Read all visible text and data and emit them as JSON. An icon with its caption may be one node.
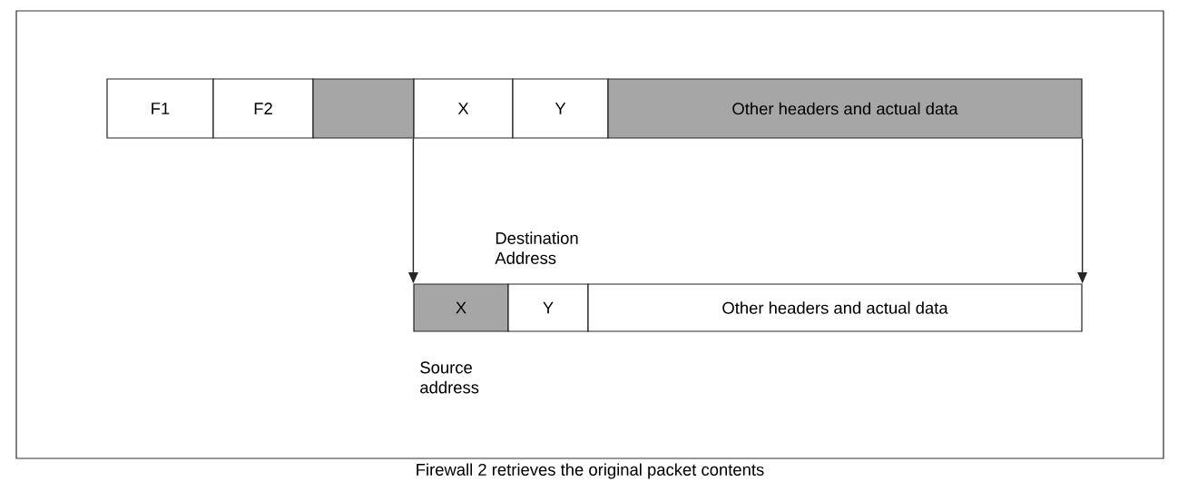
{
  "diagram": {
    "caption": "Firewall 2 retrieves the original packet contents",
    "nodes": [
      {
        "text": [
          "F1"
        ]
      },
      {
        "text": [
          "F2"
        ]
      },
      {
        "text": [],
        "shape": "box"
      },
      {
        "text": [
          "X"
        ]
      },
      {
        "text": [
          "Y"
        ]
      },
      {
        "text": [
          "Other headers and actual data"
        ]
      },
      {
        "text": [
          "X"
        ]
      },
      {
        "text": [
          "Y"
        ]
      },
      {
        "text": [
          "Other headers and actual data"
        ]
      }
    ],
    "edges": [
      {
        "from": 3,
        "to": 6,
        "arrow": "to"
      },
      {
        "from": 5,
        "to": 8,
        "arrow": "to"
      }
    ],
    "labels": [
      "Destination Address",
      "Source address"
    ]
  }
}
